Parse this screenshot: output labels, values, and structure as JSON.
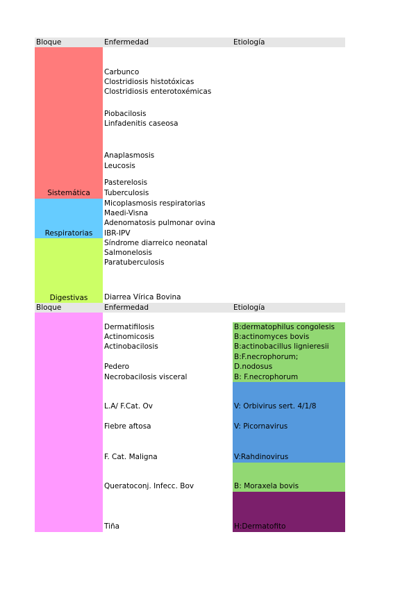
{
  "headers": {
    "bloque": "Bloque",
    "enfermedad": "Enfermedad",
    "etiologia": "Etiología"
  },
  "section1": {
    "blocks": [
      {
        "label": "Sistemática",
        "color": "#ff7b7b"
      },
      {
        "label": "Respiratorias",
        "color": "#66ccff"
      },
      {
        "label": "Digestivas",
        "color": "#ccff66"
      }
    ],
    "diseases": [
      "Carbunco",
      "Clostridiosis histotóxicas",
      "Clostridiosis enterotoxémicas",
      "Piobacilosis",
      "Linfadenitis caseosa",
      "Anaplasmosis",
      "Leucosis",
      "Pasterelosis",
      "Tuberculosis",
      "Micoplasmosis respiratorias",
      "Maedi-Visna",
      "Adenomatosis pulmonar ovina",
      "IBR-IPV",
      "Síndrome diarreico neonatal",
      "Salmonelosis",
      "Paratuberculosis",
      "Diarrea Vírica Bovina"
    ]
  },
  "section2": {
    "block_color": "#ff99ff",
    "diseases": [
      "Dermatifilosis",
      "Actinomicosis",
      "Actinobacilosis",
      "Pedero",
      "Necrobacilosis visceral",
      "L.A/ F.Cat. Ov",
      "Fiebre aftosa",
      "F. Cat. Maligna",
      "Queratoconj. Infecc. Bov",
      "Tiña"
    ],
    "etiology_colors": {
      "bacteria": "#92d873",
      "virus": "#5599dd",
      "hongo": "#7b1f6b"
    },
    "etiologies": [
      "B:dermatophilus congolesis",
      "B:actinomyces bovis",
      "B:actinobacillus lignieresii",
      "B:F.necrophorum;",
      "D.nodosus",
      "B: F.necrophorum",
      "V: Orbivirus sert. 4/1/8",
      "V: Picornavirus",
      "V:Rahdinovirus",
      "B: Moraxela bovis",
      "H:Dermatofito"
    ]
  }
}
